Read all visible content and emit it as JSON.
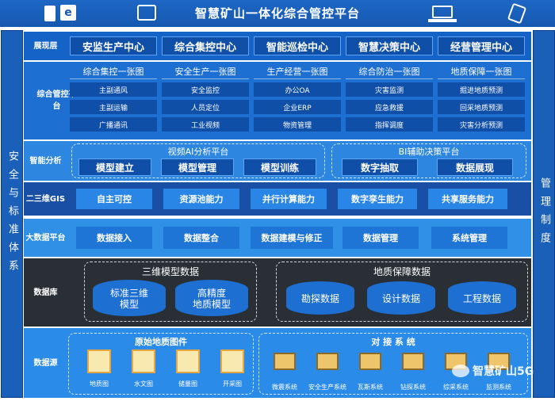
{
  "title": "智慧矿山一体化综合管控平台",
  "left_side": "安全与标准体系",
  "right_side": "管理制度",
  "presentation": {
    "label": "展现层",
    "items": [
      "安监生产中心",
      "综合集控中心",
      "智能巡检中心",
      "智慧决策中心",
      "经营管理中心"
    ]
  },
  "control": {
    "label": "综合管控平台",
    "columns": [
      {
        "title": "综合集控一张图",
        "items": [
          "主副通风",
          "主副运输",
          "广播通讯"
        ]
      },
      {
        "title": "安全生产一张图",
        "items": [
          "安全监控",
          "人员定位",
          "工业视频"
        ]
      },
      {
        "title": "生产经营一张图",
        "items": [
          "办公OA",
          "企业ERP",
          "物资管理"
        ]
      },
      {
        "title": "综合防治一张图",
        "items": [
          "灾害监测",
          "应急救援",
          "指挥调度"
        ]
      },
      {
        "title": "地质保障一张图",
        "items": [
          "掘进地质预测",
          "回采地质预测",
          "灾害分析预测"
        ]
      }
    ]
  },
  "smart": {
    "label": "智能分析",
    "video": {
      "title": "视频AI分析平台",
      "items": [
        "模型建立",
        "模型管理",
        "模型训练"
      ]
    },
    "bi": {
      "title": "BI辅助决策平台",
      "items": [
        "数字抽取",
        "数据展现"
      ]
    }
  },
  "gis": {
    "label": "二三维GIS",
    "items": [
      "自主可控",
      "资源池能力",
      "并行计算能力",
      "数字孪生能力",
      "共享服务能力"
    ]
  },
  "bigdata": {
    "label": "大数据平台",
    "items": [
      "数据接入",
      "数据整合",
      "数据建模与修正",
      "数据管理",
      "系统管理"
    ]
  },
  "database": {
    "label": "数据库",
    "model3d": {
      "title": "三维模型数据",
      "items": [
        "标准三维\n模型",
        "高精度\n地质模型"
      ]
    },
    "geo": {
      "title": "地质保障数据",
      "items": [
        "勘探数据",
        "设计数据",
        "工程数据"
      ]
    }
  },
  "source": {
    "label": "数据源",
    "orig": {
      "title": "原始地质图件",
      "items": [
        "地质图",
        "水文图",
        "储量图",
        "开采图"
      ]
    },
    "dock": {
      "title": "对 接 系 统",
      "items": [
        "微震系统",
        "安全生产系统",
        "瓦斯系统",
        "钻探系统",
        "综采系统",
        "监测系统"
      ]
    }
  },
  "watermark": "智慧矿山5G"
}
